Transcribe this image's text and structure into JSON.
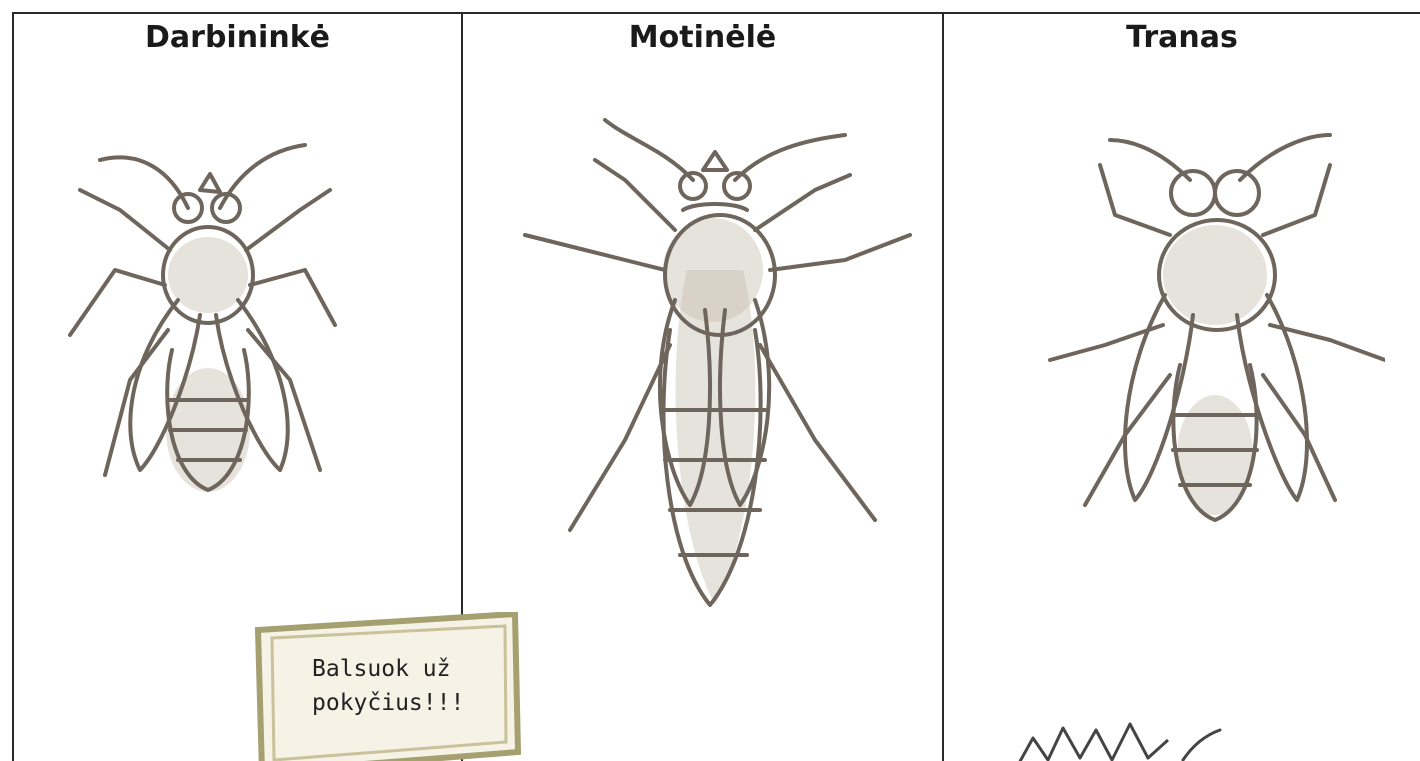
{
  "columns": [
    {
      "title": "Darbininkė"
    },
    {
      "title": "Motinėlė"
    },
    {
      "title": "Tranas"
    }
  ],
  "sign": {
    "line1": "Balsuok už",
    "line2": "pokyčius!!!"
  },
  "colors": {
    "border": "#2a2a2a",
    "sketch": "#6e655c",
    "sign_paper": "#f6f2e6",
    "sign_edge": "#a4a070"
  }
}
